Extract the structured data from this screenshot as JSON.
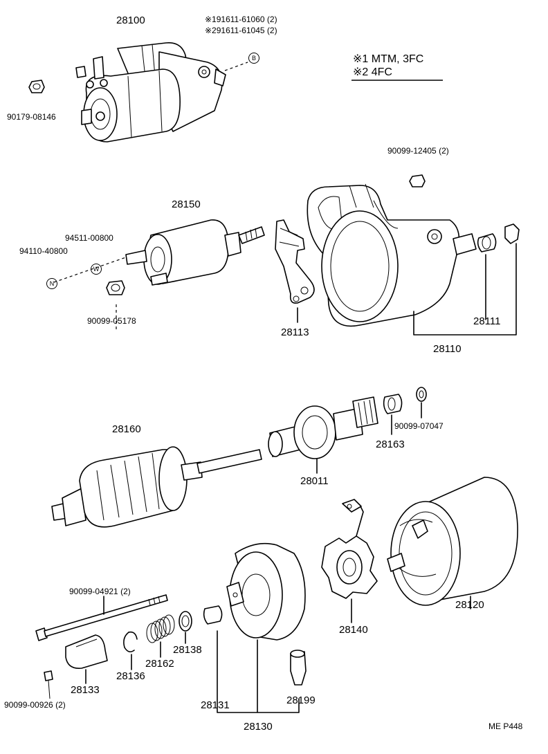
{
  "labels": {
    "p28100": "28100",
    "note_ref1": "※191611-61060 (2)",
    "note_ref2": "※291611-61045 (2)",
    "p90179": "90179-08146",
    "legend1": "※1 MTM, 3FC",
    "legend2": "※2 4FC",
    "p90099_12405": "90099-12405 (2)",
    "p28150": "28150",
    "p94511": "94511-00800",
    "p94110": "94110-40800",
    "p90099_05178": "90099-05178",
    "p28113": "28113",
    "p28111": "28111",
    "p28110": "28110",
    "p28160": "28160",
    "p28163": "28163",
    "p90099_07047": "90099-07047",
    "p28011": "28011",
    "p90099_04921": "90099-04921 (2)",
    "p28138": "28138",
    "p28162": "28162",
    "p28136": "28136",
    "p28133": "28133",
    "p90099_00926": "90099-00926 (2)",
    "p28131": "28131",
    "p28130": "28130",
    "p28199": "28199",
    "p28140": "28140",
    "p28120": "28120",
    "footer": "ME  P448"
  },
  "markers": {
    "b": "B",
    "w": "W",
    "n": "N"
  }
}
